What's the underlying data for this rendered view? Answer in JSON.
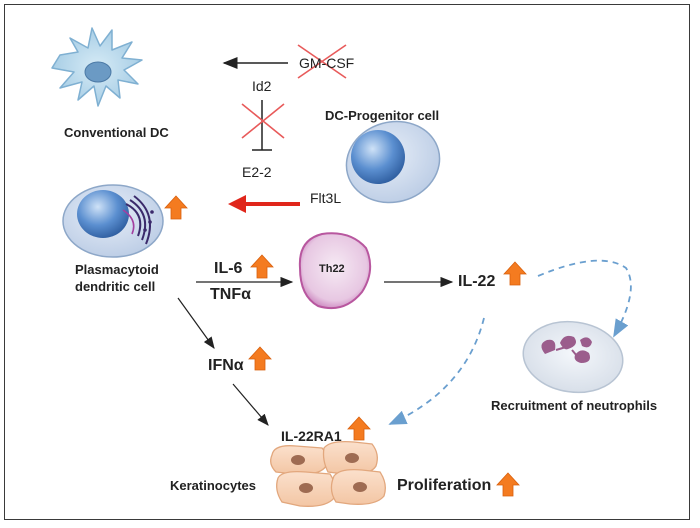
{
  "cells": {
    "conventional_dc": "Conventional DC",
    "dc_progenitor": "DC-Progenitor cell",
    "pdc_line1": "Plasmacytoid",
    "pdc_line2": "dendritic cell",
    "th22": "Th22",
    "keratinocytes": "Keratinocytes",
    "neutrophils": "Recruitment of neutrophils"
  },
  "factors": {
    "gm_csf": "GM-CSF",
    "id2": "Id2",
    "e2_2": "E2-2",
    "flt3l": "Flt3L",
    "il6": "IL-6",
    "tnfa": "TNFα",
    "ifna": "IFNα",
    "il22": "IL-22",
    "il22ra1": "IL-22RA1",
    "proliferation": "Proliferation"
  },
  "colors": {
    "up_arrow": "#f47b20",
    "flt3l_arrow": "#e0261b",
    "cross": "#e85a5a",
    "dashed": "#6a9fcf"
  }
}
